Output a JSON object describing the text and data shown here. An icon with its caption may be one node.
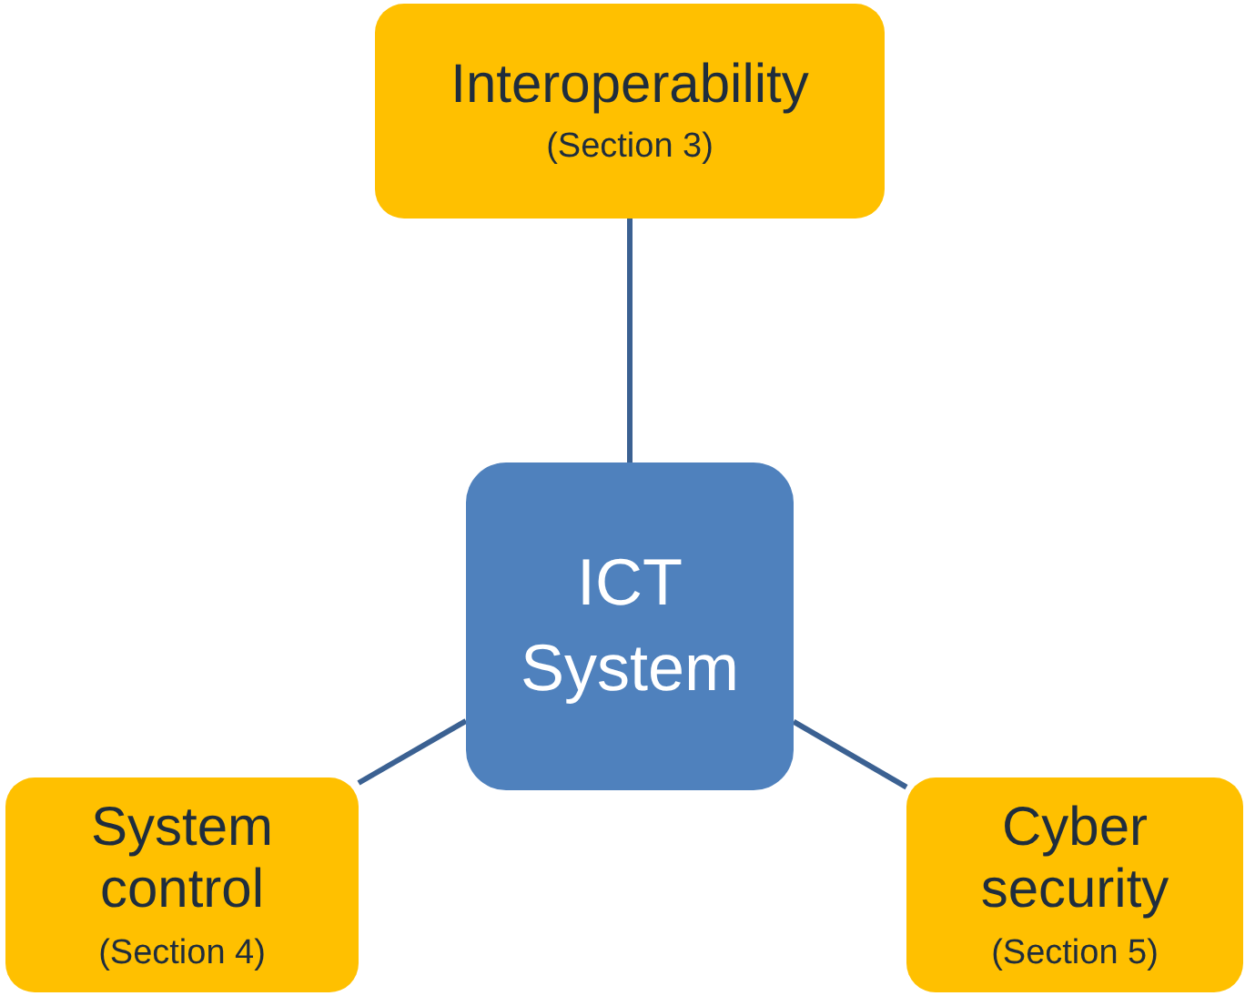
{
  "diagram": {
    "nodes": [
      {
        "text": [
          "Interoperability",
          "(Section 3)"
        ]
      },
      {
        "text": [
          "ICT System"
        ]
      },
      {
        "text": [
          "System control",
          "(Section 4)"
        ]
      },
      {
        "text": [
          "Cyber security",
          "(Section 5)"
        ]
      }
    ],
    "edges": [
      {
        "from": 1,
        "to": 0,
        "arrow": "none"
      },
      {
        "from": 1,
        "to": 2,
        "arrow": "none"
      },
      {
        "from": 1,
        "to": 3,
        "arrow": "none"
      }
    ]
  }
}
